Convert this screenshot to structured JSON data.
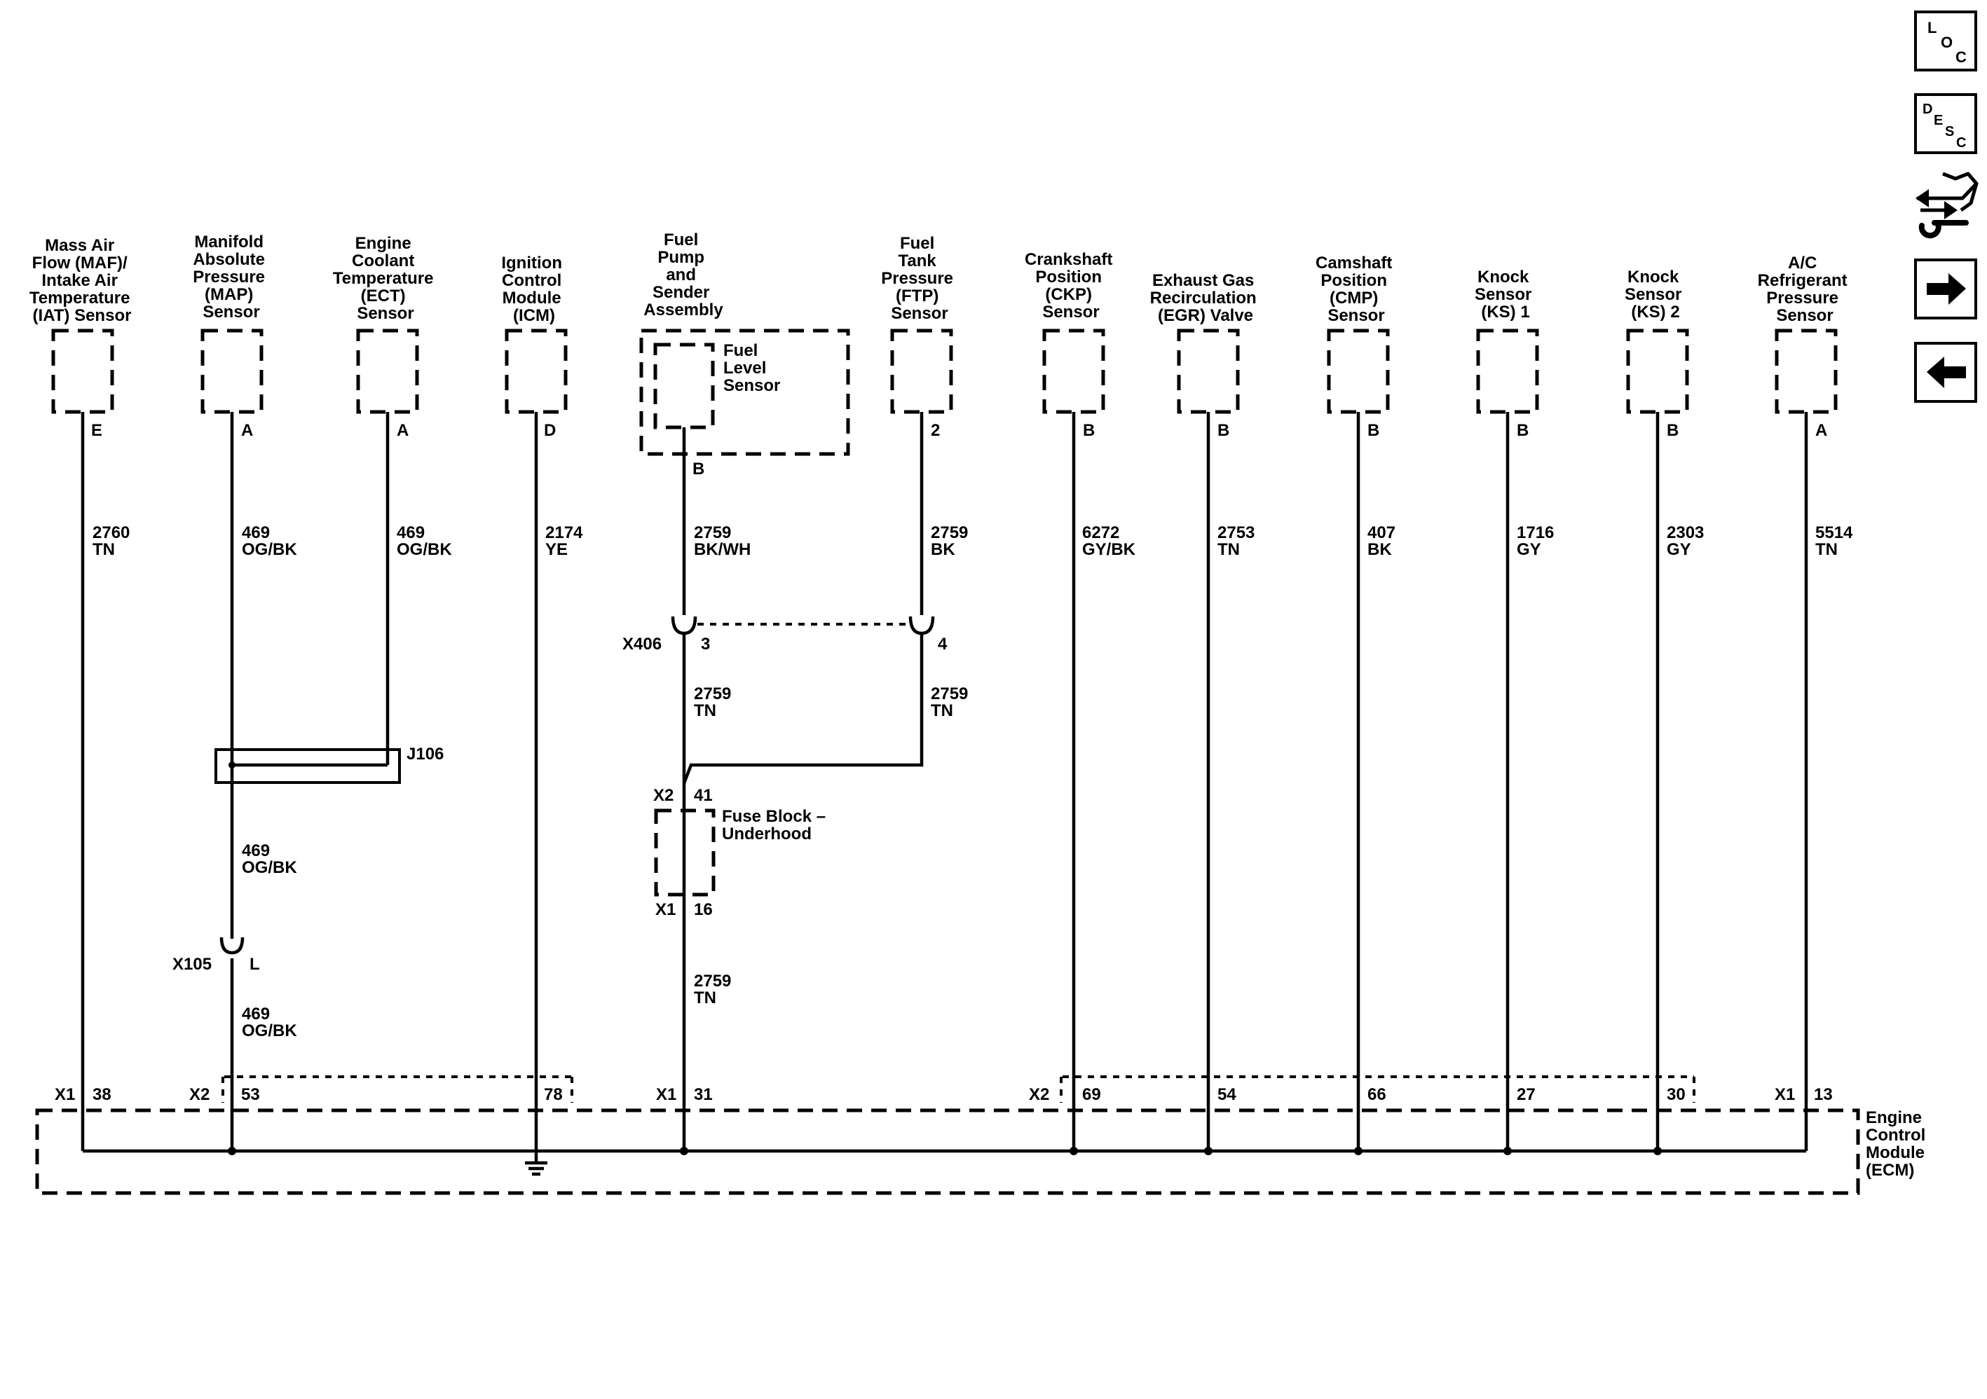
{
  "components": {
    "maf": {
      "name": [
        "Mass Air",
        "Flow (MAF)/",
        "Intake Air",
        "Temperature",
        "(IAT) Sensor"
      ],
      "pin": "E",
      "circuit": "2760",
      "color": "TN",
      "ecm_connector": "X1",
      "ecm_pin": "38"
    },
    "map": {
      "name": [
        "Manifold",
        "Absolute",
        "Pressure",
        "(MAP)",
        "Sensor"
      ],
      "pin": "A",
      "circuit": "469",
      "color": "OG/BK",
      "circuit_after_splice": "469",
      "color_after_splice": "OG/BK",
      "inline_connector": "X105",
      "inline_pin": "L",
      "circuit_after_inline": "469",
      "color_after_inline": "OG/BK",
      "ecm_connector": "X2",
      "ecm_pin": "53"
    },
    "ect": {
      "name": [
        "Engine",
        "Coolant",
        "Temperature",
        "(ECT)",
        "Sensor"
      ],
      "pin": "A",
      "circuit": "469",
      "color": "OG/BK"
    },
    "icm": {
      "name": [
        "Ignition",
        "Control",
        "Module",
        "(ICM)"
      ],
      "pin": "D",
      "circuit": "2174",
      "color": "YE",
      "ecm_pin": "78"
    },
    "fuel_pump": {
      "name": [
        "Fuel",
        "Pump",
        "and",
        "Sender",
        "Assembly"
      ],
      "inner_name": [
        "Fuel",
        "Level",
        "Sensor"
      ],
      "pin": "B",
      "circuit": "2759",
      "color": "BK/WH",
      "inline_connector": "X406",
      "inline_pin": "3",
      "circuit_after_inline": "2759",
      "color_after_inline": "TN"
    },
    "ftp": {
      "name": [
        "Fuel",
        "Tank",
        "Pressure",
        "(FTP)",
        "Sensor"
      ],
      "pin": "2",
      "circuit": "2759",
      "color": "BK",
      "inline_pin": "4",
      "circuit_after_inline": "2759",
      "color_after_inline": "TN"
    },
    "ckp": {
      "name": [
        "Crankshaft",
        "Position",
        "(CKP)",
        "Sensor"
      ],
      "pin": "B",
      "circuit": "6272",
      "color": "GY/BK",
      "ecm_connector": "X2",
      "ecm_pin": "69"
    },
    "egr": {
      "name": [
        "Exhaust Gas",
        "Recirculation",
        "(EGR) Valve"
      ],
      "pin": "B",
      "circuit": "2753",
      "color": "TN",
      "ecm_pin": "54"
    },
    "cmp": {
      "name": [
        "Camshaft",
        "Position",
        "(CMP)",
        "Sensor"
      ],
      "pin": "B",
      "circuit": "407",
      "color": "BK",
      "ecm_pin": "66"
    },
    "ks1": {
      "name": [
        "Knock",
        "Sensor",
        "(KS) 1"
      ],
      "pin": "B",
      "circuit": "1716",
      "color": "GY",
      "ecm_pin": "27"
    },
    "ks2": {
      "name": [
        "Knock",
        "Sensor",
        "(KS) 2"
      ],
      "pin": "B",
      "circuit": "2303",
      "color": "GY",
      "ecm_pin": "30"
    },
    "ac": {
      "name": [
        "A/C",
        "Refrigerant",
        "Pressure",
        "Sensor"
      ],
      "pin": "A",
      "circuit": "5514",
      "color": "TN",
      "ecm_connector": "X1",
      "ecm_pin": "13"
    }
  },
  "splice": {
    "label": "J106"
  },
  "fuse_block": {
    "name": [
      "Fuse Block –",
      "Underhood"
    ],
    "in_connector": "X2",
    "in_pin": "41",
    "out_connector": "X1",
    "out_pin": "16",
    "circuit_out": "2759",
    "color_out": "TN"
  },
  "ecm": {
    "name": [
      "Engine",
      "Control",
      "Module",
      "(ECM)"
    ],
    "fuel_connector": "X1",
    "fuel_pin": "31"
  },
  "nav": {
    "loc": [
      "L",
      "O",
      "C"
    ],
    "desc": [
      "D",
      "E",
      "S",
      "C"
    ]
  }
}
